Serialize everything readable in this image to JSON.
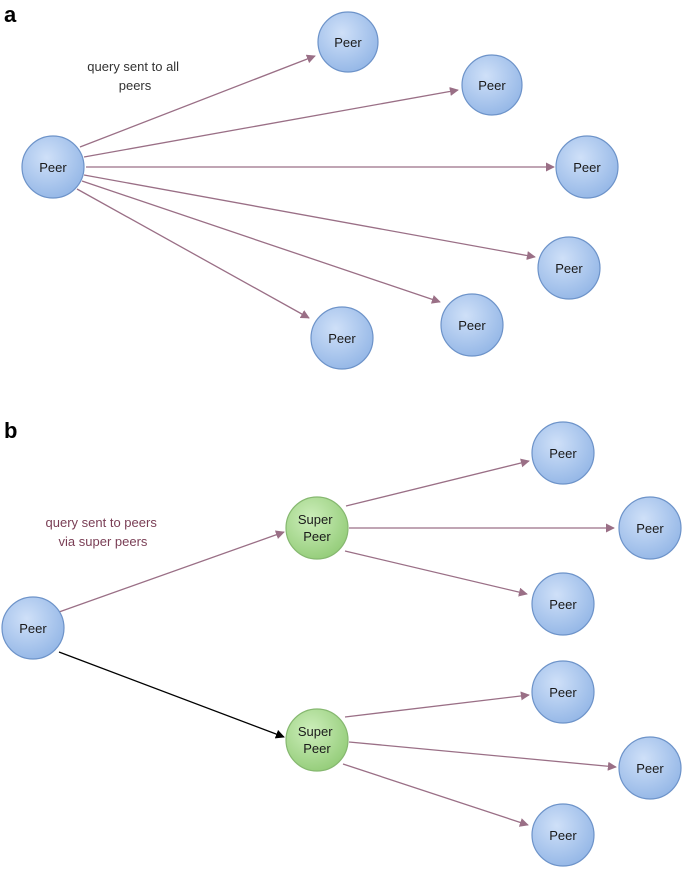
{
  "panels": [
    {
      "letter": "a",
      "annotation": [
        "query sent to all",
        "peers"
      ]
    },
    {
      "letter": "b",
      "annotation": [
        "query sent to peers",
        "via super peers"
      ]
    }
  ],
  "node_labels": {
    "peer": "Peer",
    "super_peer": [
      "Super",
      "Peer"
    ]
  },
  "colors": {
    "peer_fill": "#a9c6ee",
    "peer_stroke": "#6d93c9",
    "super_fill": "#a8d98f",
    "super_stroke": "#86b870",
    "edge": "#9a6f86",
    "edge_highlight": "#000000",
    "annotation_a": "#333333",
    "annotation_b": "#7a3e55"
  },
  "edges_note": "Panel a: source Peer connects to 6 Peers. Panel b: source Peer connects to 2 Super Peers; each Super Peer connects to 3 Peers; the edge to the lower Super Peer is black."
}
